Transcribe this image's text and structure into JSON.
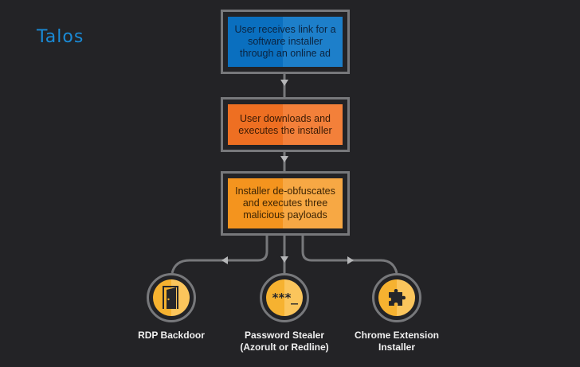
{
  "brand": {
    "logo_text_upper": "T",
    "logo_text_lower": "alos",
    "logo_color": "#1a8ad6"
  },
  "flow": {
    "steps": [
      {
        "text": "User receives link for a software installer through an online ad",
        "color": "#0a6fbf"
      },
      {
        "text": "User downloads and executes the installer",
        "color": "#ee6f22"
      },
      {
        "text": "Installer de-obfuscates and executes three malicious payloads",
        "color": "#f4941e"
      }
    ],
    "payloads": [
      {
        "icon": "door-icon",
        "label_line1": "RDP Backdoor",
        "label_line2": ""
      },
      {
        "icon": "password-icon",
        "icon_text": "***_",
        "label_line1": "Password Stealer",
        "label_line2": "(Azorult or Redline)"
      },
      {
        "icon": "puzzle-piece-icon",
        "label_line1": "Chrome Extension",
        "label_line2": "Installer"
      }
    ],
    "connector_color": "#77787b",
    "payload_color": "#f6b230"
  }
}
